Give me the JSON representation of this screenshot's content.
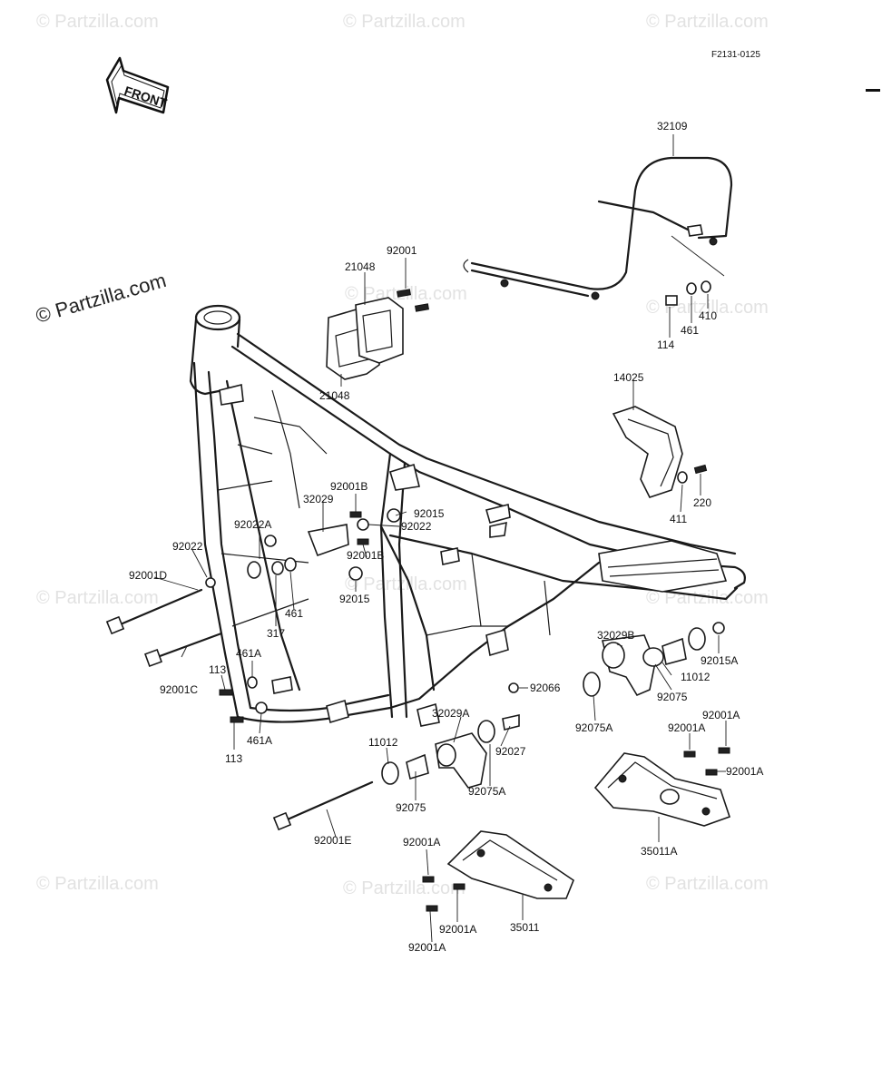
{
  "diagram": {
    "code": "F2131-0125",
    "front_label": "FRONT",
    "watermark": "© Partzilla.com",
    "labels": [
      "32109",
      "92001",
      "21048",
      "21048",
      "410",
      "461",
      "114",
      "14025",
      "220",
      "411",
      "92001B",
      "32029",
      "92015",
      "92022",
      "92022A",
      "92022",
      "92001D",
      "92001B",
      "92015",
      "461",
      "317",
      "461A",
      "113",
      "92001C",
      "113",
      "461A",
      "32029B",
      "92015A",
      "11012",
      "92075",
      "92075A",
      "92066",
      "32029A",
      "92027",
      "11012",
      "92075",
      "92075A",
      "92001A",
      "92001A",
      "92001A",
      "35011A",
      "92001E",
      "92001A",
      "35011",
      "92001A",
      "92001A"
    ]
  }
}
